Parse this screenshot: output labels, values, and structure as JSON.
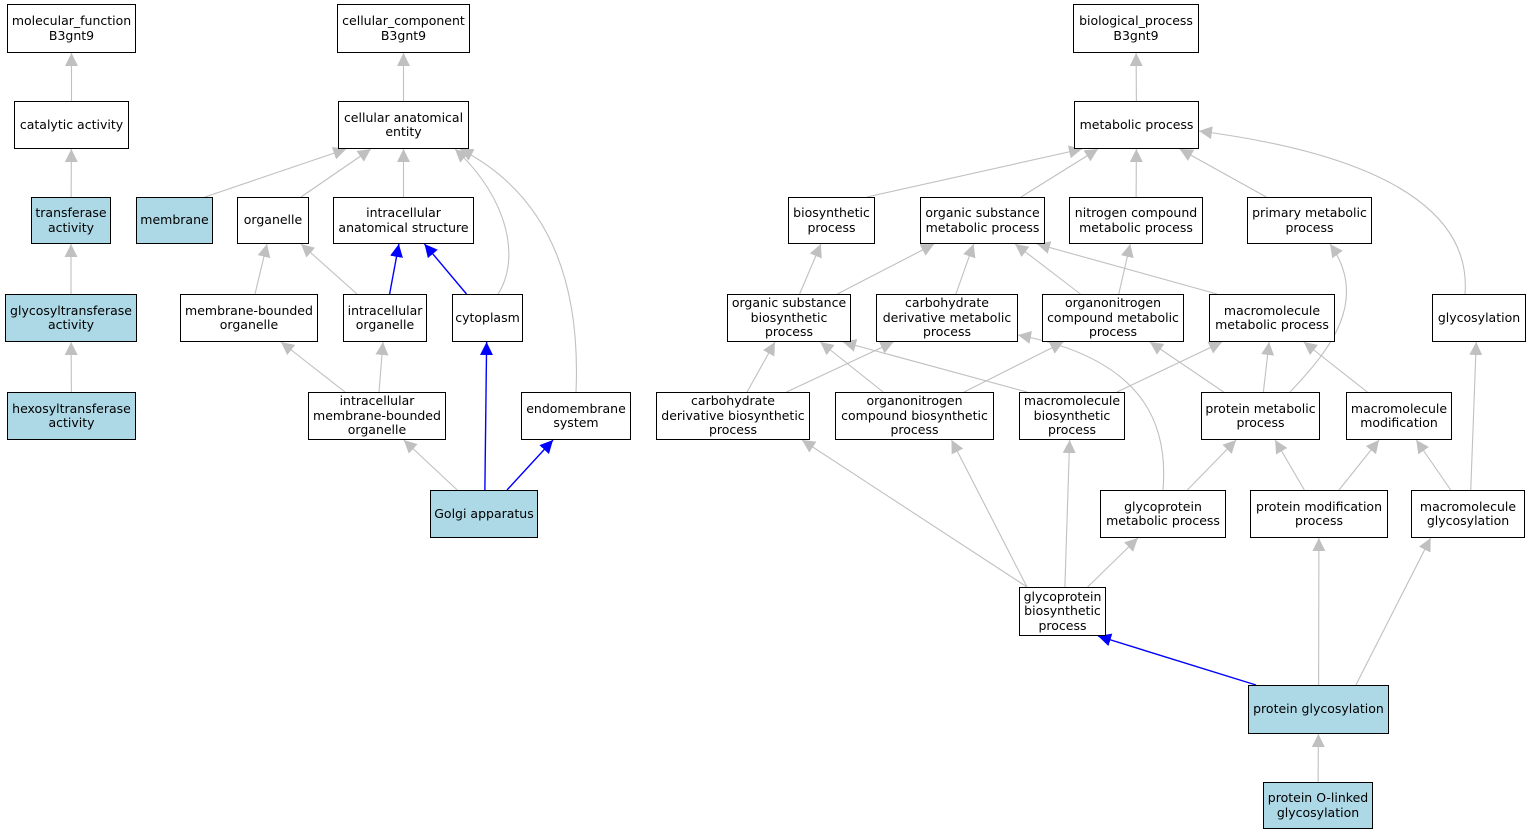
{
  "colors": {
    "highlight": "#add8e6",
    "node_fill": "#ffffff",
    "edge_grey": "#c0c0c0",
    "edge_blue": "#0000ff"
  },
  "nodes": {
    "mf": {
      "lines": [
        "molecular_function",
        "B3gnt9"
      ],
      "highlight": false
    },
    "catalytic": {
      "lines": [
        "catalytic activity"
      ],
      "highlight": false
    },
    "transferase": {
      "lines": [
        "transferase",
        "activity"
      ],
      "highlight": true
    },
    "glycosyltransferase": {
      "lines": [
        "glycosyltransferase",
        "activity"
      ],
      "highlight": true
    },
    "hexosyltransferase": {
      "lines": [
        "hexosyltransferase",
        "activity"
      ],
      "highlight": true
    },
    "cc": {
      "lines": [
        "cellular_component",
        "B3gnt9"
      ],
      "highlight": false
    },
    "cae": {
      "lines": [
        "cellular anatomical",
        "entity"
      ],
      "highlight": false
    },
    "membrane": {
      "lines": [
        "membrane"
      ],
      "highlight": true
    },
    "organelle": {
      "lines": [
        "organelle"
      ],
      "highlight": false
    },
    "ias": {
      "lines": [
        "intracellular",
        "anatomical structure"
      ],
      "highlight": false
    },
    "mbo": {
      "lines": [
        "membrane-bounded",
        "organelle"
      ],
      "highlight": false
    },
    "io": {
      "lines": [
        "intracellular",
        "organelle"
      ],
      "highlight": false
    },
    "cytoplasm": {
      "lines": [
        "cytoplasm"
      ],
      "highlight": false
    },
    "imbo": {
      "lines": [
        "intracellular",
        "membrane-bounded",
        "organelle"
      ],
      "highlight": false
    },
    "endomembrane": {
      "lines": [
        "endomembrane",
        "system"
      ],
      "highlight": false
    },
    "golgi": {
      "lines": [
        "Golgi apparatus"
      ],
      "highlight": true
    },
    "bp": {
      "lines": [
        "biological_process",
        "B3gnt9"
      ],
      "highlight": false
    },
    "metabolic": {
      "lines": [
        "metabolic process"
      ],
      "highlight": false
    },
    "biosynthetic": {
      "lines": [
        "biosynthetic",
        "process"
      ],
      "highlight": false
    },
    "osmp": {
      "lines": [
        "organic substance",
        "metabolic process"
      ],
      "highlight": false
    },
    "ncmp": {
      "lines": [
        "nitrogen compound",
        "metabolic process"
      ],
      "highlight": false
    },
    "pmp": {
      "lines": [
        "primary metabolic",
        "process"
      ],
      "highlight": false
    },
    "osbp": {
      "lines": [
        "organic substance",
        "biosynthetic",
        "process"
      ],
      "highlight": false
    },
    "cdmp": {
      "lines": [
        "carbohydrate",
        "derivative metabolic",
        "process"
      ],
      "highlight": false
    },
    "oncmp": {
      "lines": [
        "organonitrogen",
        "compound metabolic",
        "process"
      ],
      "highlight": false
    },
    "mmp": {
      "lines": [
        "macromolecule",
        "metabolic process"
      ],
      "highlight": false
    },
    "glycosylation": {
      "lines": [
        "glycosylation"
      ],
      "highlight": false
    },
    "cdbp": {
      "lines": [
        "carbohydrate",
        "derivative biosynthetic",
        "process"
      ],
      "highlight": false
    },
    "oncbp": {
      "lines": [
        "organonitrogen",
        "compound biosynthetic",
        "process"
      ],
      "highlight": false
    },
    "mbp": {
      "lines": [
        "macromolecule",
        "biosynthetic",
        "process"
      ],
      "highlight": false
    },
    "protmp": {
      "lines": [
        "protein metabolic",
        "process"
      ],
      "highlight": false
    },
    "mmod": {
      "lines": [
        "macromolecule",
        "modification"
      ],
      "highlight": false
    },
    "gmp": {
      "lines": [
        "glycoprotein",
        "metabolic process"
      ],
      "highlight": false
    },
    "pmod": {
      "lines": [
        "protein modification",
        "process"
      ],
      "highlight": false
    },
    "mglyc": {
      "lines": [
        "macromolecule",
        "glycosylation"
      ],
      "highlight": false
    },
    "gbp": {
      "lines": [
        "glycoprotein",
        "biosynthetic",
        "process"
      ],
      "highlight": false
    },
    "pglyc": {
      "lines": [
        "protein glycosylation"
      ],
      "highlight": true
    },
    "poglyc": {
      "lines": [
        "protein O-linked",
        "glycosylation"
      ],
      "highlight": true
    }
  },
  "edges": [
    {
      "from": "catalytic",
      "to": "mf",
      "color": "grey"
    },
    {
      "from": "transferase",
      "to": "catalytic",
      "color": "grey"
    },
    {
      "from": "glycosyltransferase",
      "to": "transferase",
      "color": "grey"
    },
    {
      "from": "hexosyltransferase",
      "to": "glycosyltransferase",
      "color": "grey"
    },
    {
      "from": "cae",
      "to": "cc",
      "color": "grey"
    },
    {
      "from": "membrane",
      "to": "cae",
      "color": "grey"
    },
    {
      "from": "organelle",
      "to": "cae",
      "color": "grey"
    },
    {
      "from": "ias",
      "to": "cae",
      "color": "grey"
    },
    {
      "from": "cytoplasm",
      "to": "cae",
      "color": "grey"
    },
    {
      "from": "endomembrane",
      "to": "cae",
      "color": "grey"
    },
    {
      "from": "mbo",
      "to": "organelle",
      "color": "grey"
    },
    {
      "from": "io",
      "to": "organelle",
      "color": "grey"
    },
    {
      "from": "io",
      "to": "ias",
      "color": "blue"
    },
    {
      "from": "cytoplasm",
      "to": "ias",
      "color": "blue"
    },
    {
      "from": "imbo",
      "to": "mbo",
      "color": "grey"
    },
    {
      "from": "imbo",
      "to": "io",
      "color": "grey"
    },
    {
      "from": "golgi",
      "to": "imbo",
      "color": "grey"
    },
    {
      "from": "golgi",
      "to": "cytoplasm",
      "color": "blue"
    },
    {
      "from": "golgi",
      "to": "endomembrane",
      "color": "blue"
    },
    {
      "from": "metabolic",
      "to": "bp",
      "color": "grey"
    },
    {
      "from": "biosynthetic",
      "to": "metabolic",
      "color": "grey"
    },
    {
      "from": "osmp",
      "to": "metabolic",
      "color": "grey"
    },
    {
      "from": "ncmp",
      "to": "metabolic",
      "color": "grey"
    },
    {
      "from": "pmp",
      "to": "metabolic",
      "color": "grey"
    },
    {
      "from": "glycosylation",
      "to": "metabolic",
      "color": "grey"
    },
    {
      "from": "osbp",
      "to": "biosynthetic",
      "color": "grey"
    },
    {
      "from": "osbp",
      "to": "osmp",
      "color": "grey"
    },
    {
      "from": "cdmp",
      "to": "osmp",
      "color": "grey"
    },
    {
      "from": "oncmp",
      "to": "osmp",
      "color": "grey"
    },
    {
      "from": "oncmp",
      "to": "ncmp",
      "color": "grey"
    },
    {
      "from": "mmp",
      "to": "osmp",
      "color": "grey"
    },
    {
      "from": "cdbp",
      "to": "osbp",
      "color": "grey"
    },
    {
      "from": "cdbp",
      "to": "cdmp",
      "color": "grey"
    },
    {
      "from": "oncbp",
      "to": "osbp",
      "color": "grey"
    },
    {
      "from": "oncbp",
      "to": "oncmp",
      "color": "grey"
    },
    {
      "from": "mbp",
      "to": "osbp",
      "color": "grey"
    },
    {
      "from": "mbp",
      "to": "mmp",
      "color": "grey"
    },
    {
      "from": "protmp",
      "to": "oncmp",
      "color": "grey"
    },
    {
      "from": "protmp",
      "to": "mmp",
      "color": "grey"
    },
    {
      "from": "protmp",
      "to": "pmp",
      "color": "grey"
    },
    {
      "from": "mmod",
      "to": "mmp",
      "color": "grey"
    },
    {
      "from": "gmp",
      "to": "cdmp",
      "color": "grey"
    },
    {
      "from": "gmp",
      "to": "protmp",
      "color": "grey"
    },
    {
      "from": "pmod",
      "to": "protmp",
      "color": "grey"
    },
    {
      "from": "pmod",
      "to": "mmod",
      "color": "grey"
    },
    {
      "from": "mglyc",
      "to": "mmod",
      "color": "grey"
    },
    {
      "from": "mglyc",
      "to": "glycosylation",
      "color": "grey"
    },
    {
      "from": "gbp",
      "to": "cdbp",
      "color": "grey"
    },
    {
      "from": "gbp",
      "to": "oncbp",
      "color": "grey"
    },
    {
      "from": "gbp",
      "to": "mbp",
      "color": "grey"
    },
    {
      "from": "gbp",
      "to": "gmp",
      "color": "grey"
    },
    {
      "from": "pglyc",
      "to": "gbp",
      "color": "blue"
    },
    {
      "from": "pglyc",
      "to": "pmod",
      "color": "grey"
    },
    {
      "from": "pglyc",
      "to": "mglyc",
      "color": "grey"
    },
    {
      "from": "poglyc",
      "to": "pglyc",
      "color": "grey"
    }
  ]
}
